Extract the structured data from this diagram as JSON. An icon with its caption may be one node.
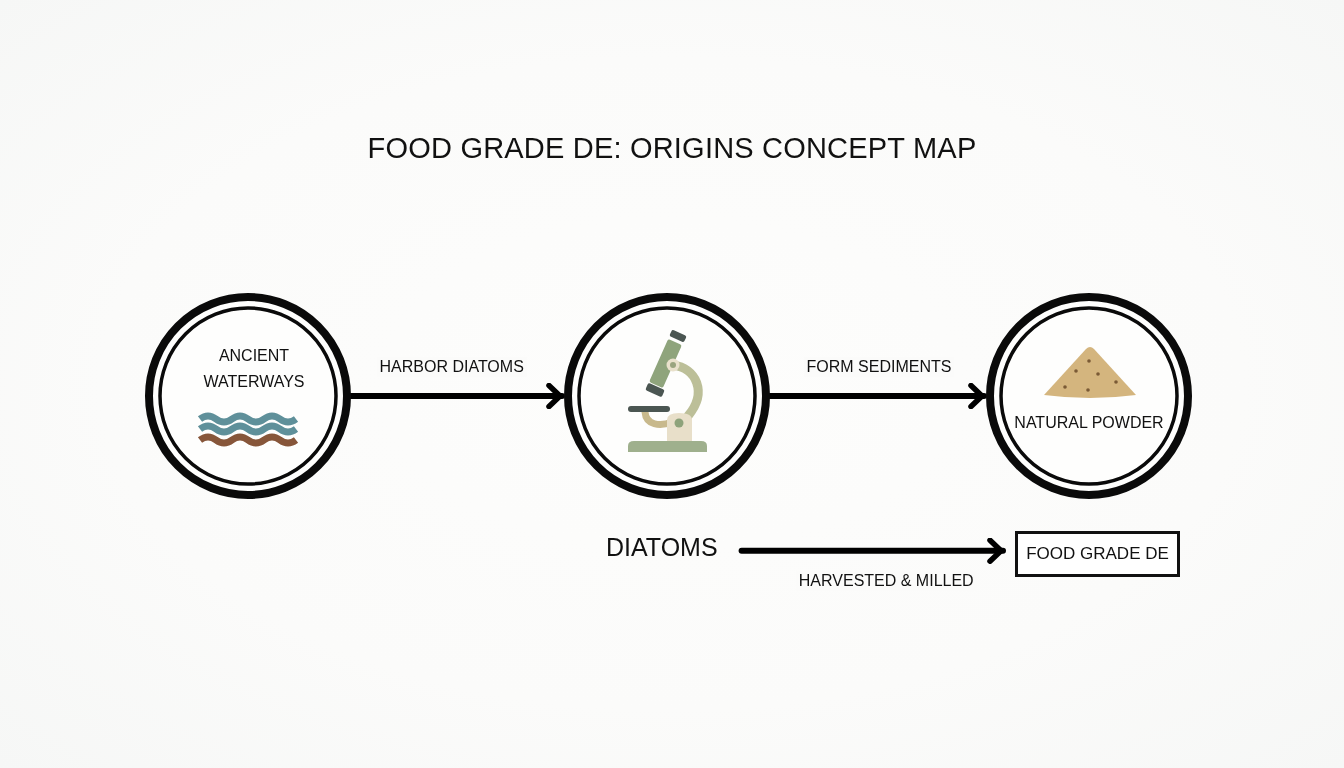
{
  "diagram": {
    "title": "FOOD GRADE DE: ORIGINS CONCEPT MAP",
    "nodes": [
      {
        "text": [
          "ANCIENT WATERWAYS"
        ]
      },
      {
        "text": [],
        "shape": "circle"
      },
      {
        "text": [
          "NATURAL POWDER"
        ]
      },
      {
        "text": [
          "DIATOMS"
        ]
      },
      {
        "text": [
          "FOOD GRADE DE"
        ]
      }
    ],
    "edges": [
      {
        "from": 0,
        "to": 1,
        "arrow": "to",
        "label": "HARBOR DIATOMS"
      },
      {
        "from": 1,
        "to": 2,
        "arrow": "to",
        "label": "FORM SEDIMENTS"
      },
      {
        "from": 3,
        "to": 4,
        "arrow": "to",
        "label": "HARVESTED & MILLED"
      }
    ]
  }
}
